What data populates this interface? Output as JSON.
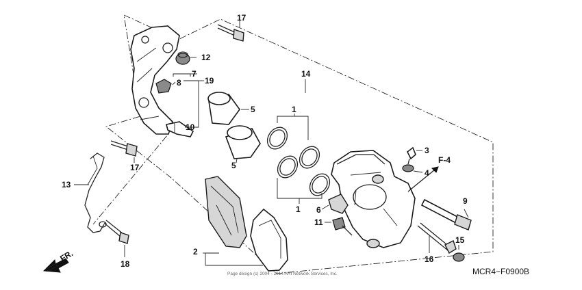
{
  "callouts": {
    "c1a": "1",
    "c1b": "1",
    "c2": "2",
    "c3": "3",
    "c4": "4",
    "c5a": "5",
    "c5b": "5",
    "c6": "6",
    "c7": "7",
    "c8": "8",
    "c9": "9",
    "c10": "10",
    "c11": "11",
    "c12": "12",
    "c13": "13",
    "c14": "14",
    "c15": "15",
    "c16": "16",
    "c17a": "17",
    "c17b": "17",
    "c18": "18",
    "c19": "19"
  },
  "ref_label": "F-4",
  "direction_label": "FR.",
  "diagram_code": "MCR4−F0900B",
  "copyright": "Page design (c) 2004 - 2014 ARI Network Services, Inc."
}
